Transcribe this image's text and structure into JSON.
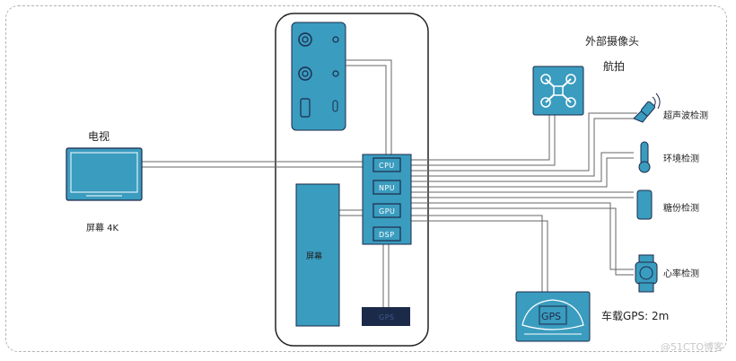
{
  "tv": {
    "title": "电视",
    "caption": "屏幕 4K"
  },
  "phone": {
    "screen_label": "屏幕",
    "chips": [
      "CPU",
      "NPU",
      "GPU",
      "DSP"
    ],
    "gps_chip": "GPS"
  },
  "drone": {
    "title": "外部摄像头",
    "subtitle": "航拍"
  },
  "sensors": {
    "ultrasonic": "超声波检测",
    "environment": "环境检测",
    "mood": "糖份检测",
    "heart": "心率检测"
  },
  "car": {
    "chip_label": "GPS",
    "caption": "车载GPS: 2m"
  },
  "watermark": "@51CTO博客",
  "colors": {
    "accent": "#3a9cbf",
    "dark": "#1c2a4a",
    "line": "#555555"
  }
}
